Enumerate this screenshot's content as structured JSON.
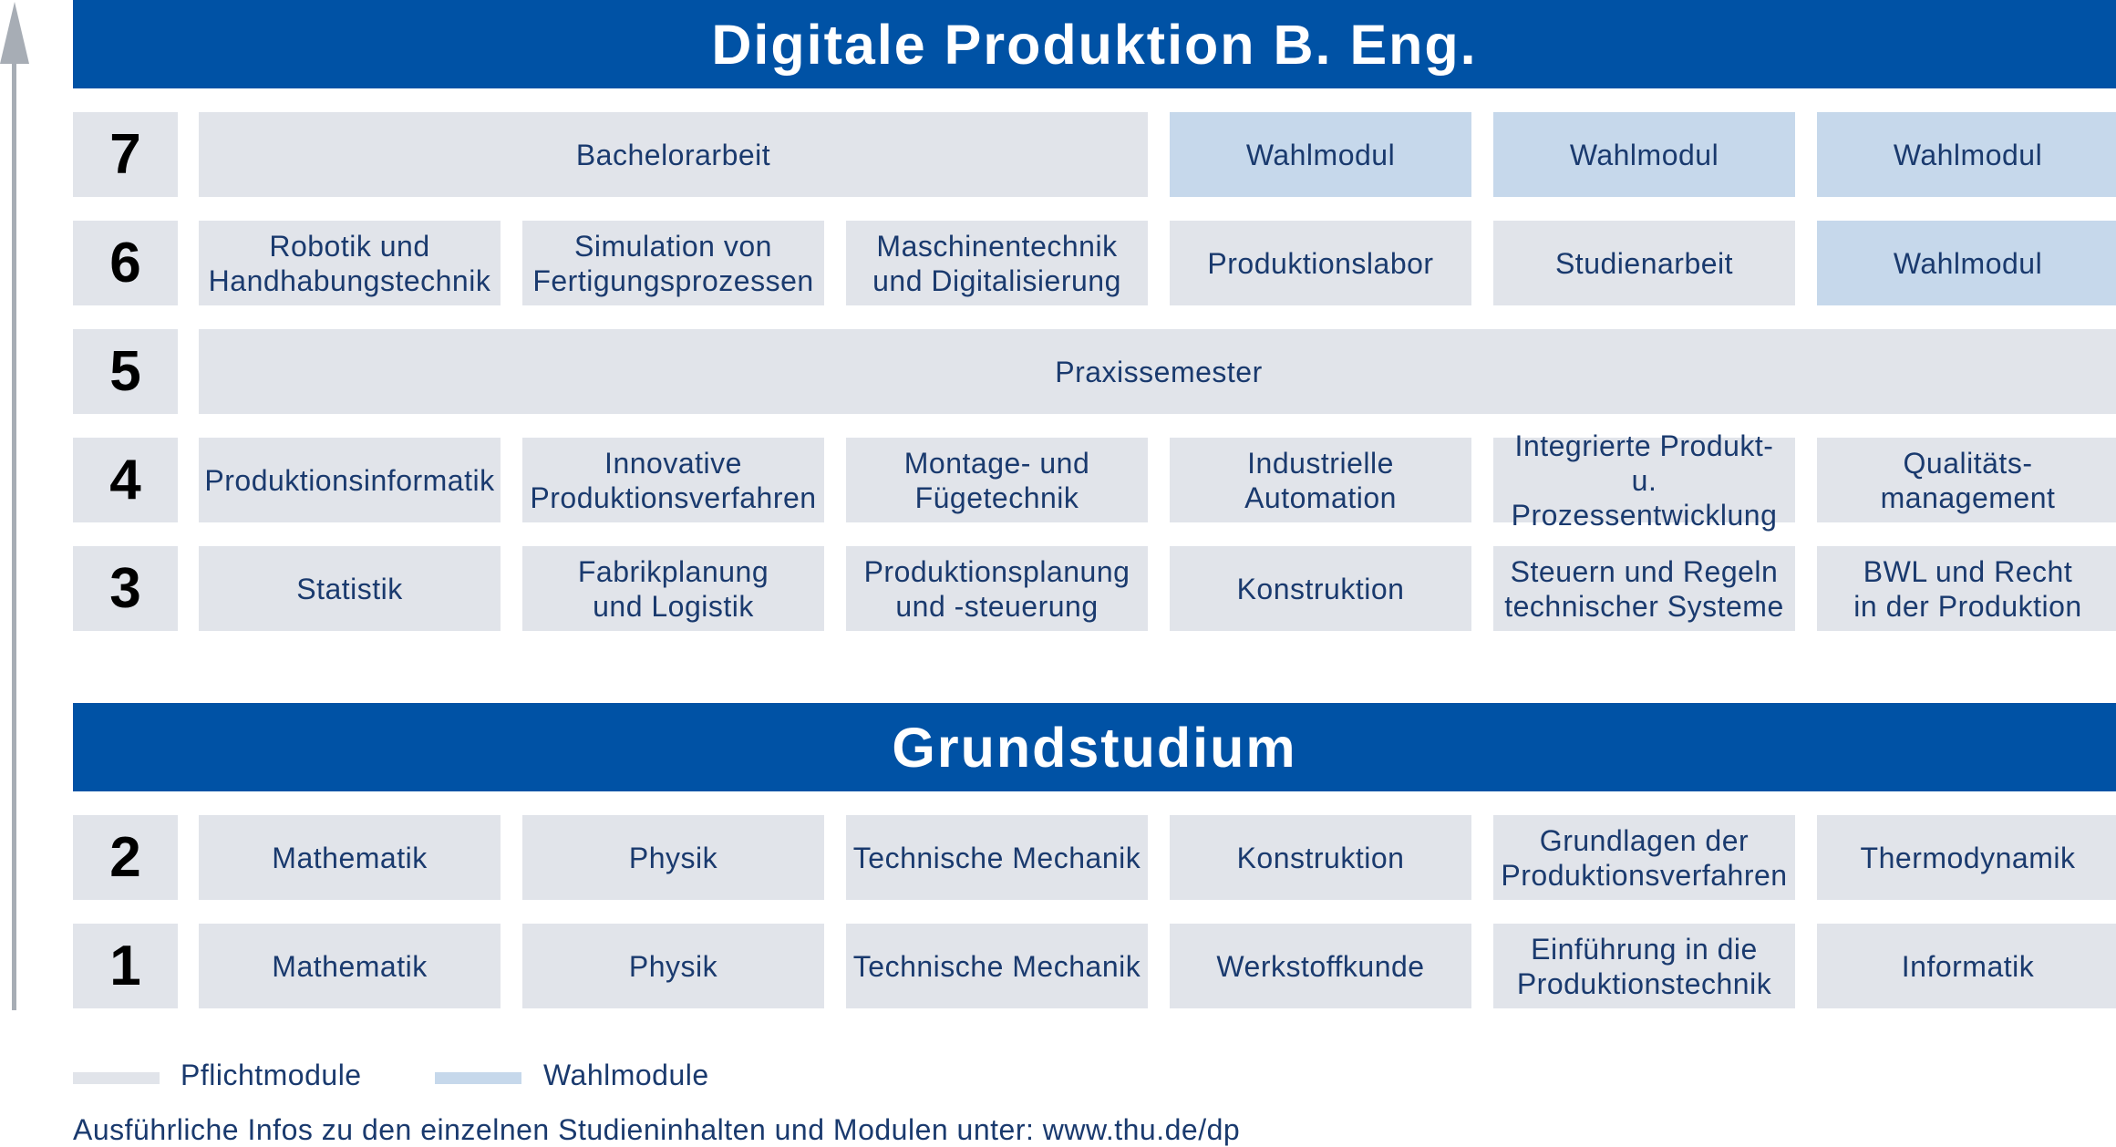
{
  "title": "Digitale Produktion B. Eng.",
  "grund_title": "Grundstudium",
  "colors": {
    "banner": "#0052a5",
    "pflicht": "#e1e4ea",
    "wahl": "#c6d8eb",
    "text": "#1a3a6e",
    "arrow": "#a7adb5"
  },
  "rows": [
    {
      "semester": "7",
      "modules": [
        {
          "label": "Bachelorarbeit",
          "type": "pflicht",
          "span": 3
        },
        {
          "label": "Wahlmodul",
          "type": "wahl",
          "span": 1
        },
        {
          "label": "Wahlmodul",
          "type": "wahl",
          "span": 1
        },
        {
          "label": "Wahlmodul",
          "type": "wahl",
          "span": 1
        }
      ]
    },
    {
      "semester": "6",
      "modules": [
        {
          "label": "Robotik und\nHandhabungstechnik",
          "type": "pflicht",
          "span": 1
        },
        {
          "label": "Simulation von\nFertigungsprozessen",
          "type": "pflicht",
          "span": 1
        },
        {
          "label": "Maschinentechnik\nund Digitalisierung",
          "type": "pflicht",
          "span": 1
        },
        {
          "label": "Produktionslabor",
          "type": "pflicht",
          "span": 1
        },
        {
          "label": "Studienarbeit",
          "type": "pflicht",
          "span": 1
        },
        {
          "label": "Wahlmodul",
          "type": "wahl",
          "span": 1
        }
      ]
    },
    {
      "semester": "5",
      "modules": [
        {
          "label": "Praxissemester",
          "type": "pflicht",
          "span": 6
        }
      ]
    },
    {
      "semester": "4",
      "modules": [
        {
          "label": "Produktionsinformatik",
          "type": "pflicht",
          "span": 1
        },
        {
          "label": "Innovative\nProduktionsverfahren",
          "type": "pflicht",
          "span": 1
        },
        {
          "label": "Montage- und\nFügetechnik",
          "type": "pflicht",
          "span": 1
        },
        {
          "label": "Industrielle\nAutomation",
          "type": "pflicht",
          "span": 1
        },
        {
          "label": "Integrierte Produkt- u.\nProzessentwicklung",
          "type": "pflicht",
          "span": 1
        },
        {
          "label": "Qualitäts-\nmanagement",
          "type": "pflicht",
          "span": 1
        }
      ]
    },
    {
      "semester": "3",
      "modules": [
        {
          "label": "Statistik",
          "type": "pflicht",
          "span": 1
        },
        {
          "label": "Fabrikplanung\nund Logistik",
          "type": "pflicht",
          "span": 1
        },
        {
          "label": "Produktionsplanung\nund -steuerung",
          "type": "pflicht",
          "span": 1
        },
        {
          "label": "Konstruktion",
          "type": "pflicht",
          "span": 1
        },
        {
          "label": "Steuern und Regeln\ntechnischer Systeme",
          "type": "pflicht",
          "span": 1
        },
        {
          "label": "BWL und Recht\nin der Produktion",
          "type": "pflicht",
          "span": 1
        }
      ]
    }
  ],
  "grund_rows": [
    {
      "semester": "2",
      "modules": [
        {
          "label": "Mathematik",
          "type": "pflicht",
          "span": 1
        },
        {
          "label": "Physik",
          "type": "pflicht",
          "span": 1
        },
        {
          "label": "Technische Mechanik",
          "type": "pflicht",
          "span": 1
        },
        {
          "label": "Konstruktion",
          "type": "pflicht",
          "span": 1
        },
        {
          "label": "Grundlagen der\nProduktionsverfahren",
          "type": "pflicht",
          "span": 1
        },
        {
          "label": "Thermodynamik",
          "type": "pflicht",
          "span": 1
        }
      ]
    },
    {
      "semester": "1",
      "modules": [
        {
          "label": "Mathematik",
          "type": "pflicht",
          "span": 1
        },
        {
          "label": "Physik",
          "type": "pflicht",
          "span": 1
        },
        {
          "label": "Technische Mechanik",
          "type": "pflicht",
          "span": 1
        },
        {
          "label": "Werkstoffkunde",
          "type": "pflicht",
          "span": 1
        },
        {
          "label": "Einführung in die\nProduktionstechnik",
          "type": "pflicht",
          "span": 1
        },
        {
          "label": "Informatik",
          "type": "pflicht",
          "span": 1
        }
      ]
    }
  ],
  "legend": {
    "pflicht": "Pflichtmodule",
    "wahl": "Wahlmodule"
  },
  "footer": "Ausführliche Infos zu den einzelnen Studieninhalten und Modulen unter: www.thu.de/dp"
}
